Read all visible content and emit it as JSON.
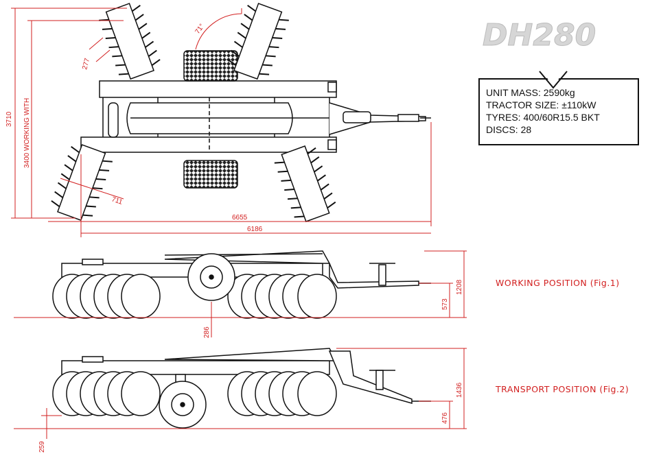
{
  "logo": "DH280",
  "specs": [
    "UNIT MASS: 2590kg",
    "TRACTOR SIZE: ±110kW",
    "TYRES: 400/60R15.5 BKT",
    "DISCS: 28"
  ],
  "dimensions": {
    "overall_width": "3710",
    "working_width": "3400 WORKING WITH",
    "disc_spacing": "277",
    "gang_angle": "71°",
    "gang_offset": "711",
    "overall_length": "6655",
    "frame_length": "6186",
    "working_height": "1208",
    "working_hitch": "573",
    "working_clearance": "286",
    "transport_height": "1436",
    "transport_hitch": "476",
    "transport_clearance": "259"
  },
  "labels": {
    "fig1": "WORKING POSITION  (Fig.1)",
    "fig2": "TRANSPORT  POSITION  (Fig.2)"
  }
}
